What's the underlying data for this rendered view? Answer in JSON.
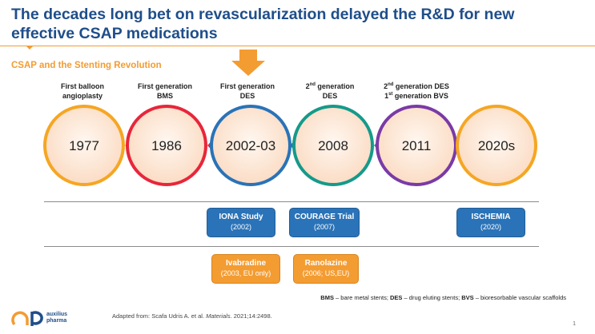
{
  "title": "The decades long bet on revascularization delayed the R&D for new effective CSAP medications",
  "subtitle": "CSAP and the Stenting Revolution",
  "timeline": [
    {
      "year": "1977",
      "label_lines": [
        "First balloon",
        "angioplasty"
      ],
      "color": "#f5a623"
    },
    {
      "year": "1986",
      "label_lines": [
        "First generation",
        "BMS"
      ],
      "color": "#e8263a"
    },
    {
      "year": "2002-03",
      "label_lines": [
        "First generation",
        "DES"
      ],
      "color": "#2a73b8"
    },
    {
      "year": "2008",
      "label_lines": [
        "2nd generation",
        "DES"
      ],
      "color": "#159a8a"
    },
    {
      "year": "2011",
      "label_lines": [
        "2nd generation DES",
        "1st generation BVS"
      ],
      "color": "#7a3aa6"
    },
    {
      "year": "2020s",
      "label_lines": [],
      "color": "#f5a623"
    }
  ],
  "label_special": {
    "l3a_pre": "2",
    "l3a_sup": "nd",
    "l3a_post": " generation",
    "l4a_pre": "2",
    "l4a_sup": "nd",
    "l4a_post": " generation DES",
    "l4b_pre": "1",
    "l4b_sup": "st",
    "l4b_post": " generation BVS"
  },
  "trials": [
    {
      "name": "IONA Study",
      "year": "(2002)"
    },
    {
      "name": "COURAGE Trial",
      "year": "(2007)"
    },
    {
      "name": "ISCHEMIA",
      "year": "(2020)"
    }
  ],
  "drugs": [
    {
      "name": "Ivabradine",
      "detail": "(2003, EU only)"
    },
    {
      "name": "Ranolazine",
      "detail": "(2006; US,EU)"
    }
  ],
  "legend": {
    "bms_abbr": "BMS",
    "bms_text": " – bare metal stents; ",
    "des_abbr": "DES",
    "des_text": " – drug eluting stents; ",
    "bvs_abbr": "BVS",
    "bvs_text": " – bioresorbable vascular scaffolds"
  },
  "footer": {
    "prefix": "Adapted from:  Scafa Udris A. et al. ",
    "journal": "Materials",
    "suffix": ". 2021;14:2498."
  },
  "logo_text": "auxilius pharma",
  "page_number": "1",
  "colors": {
    "title": "#1f4e8a",
    "accent": "#f39c32",
    "circle_fill": "#fde8d6",
    "trial_blue": "#2a73b8"
  }
}
